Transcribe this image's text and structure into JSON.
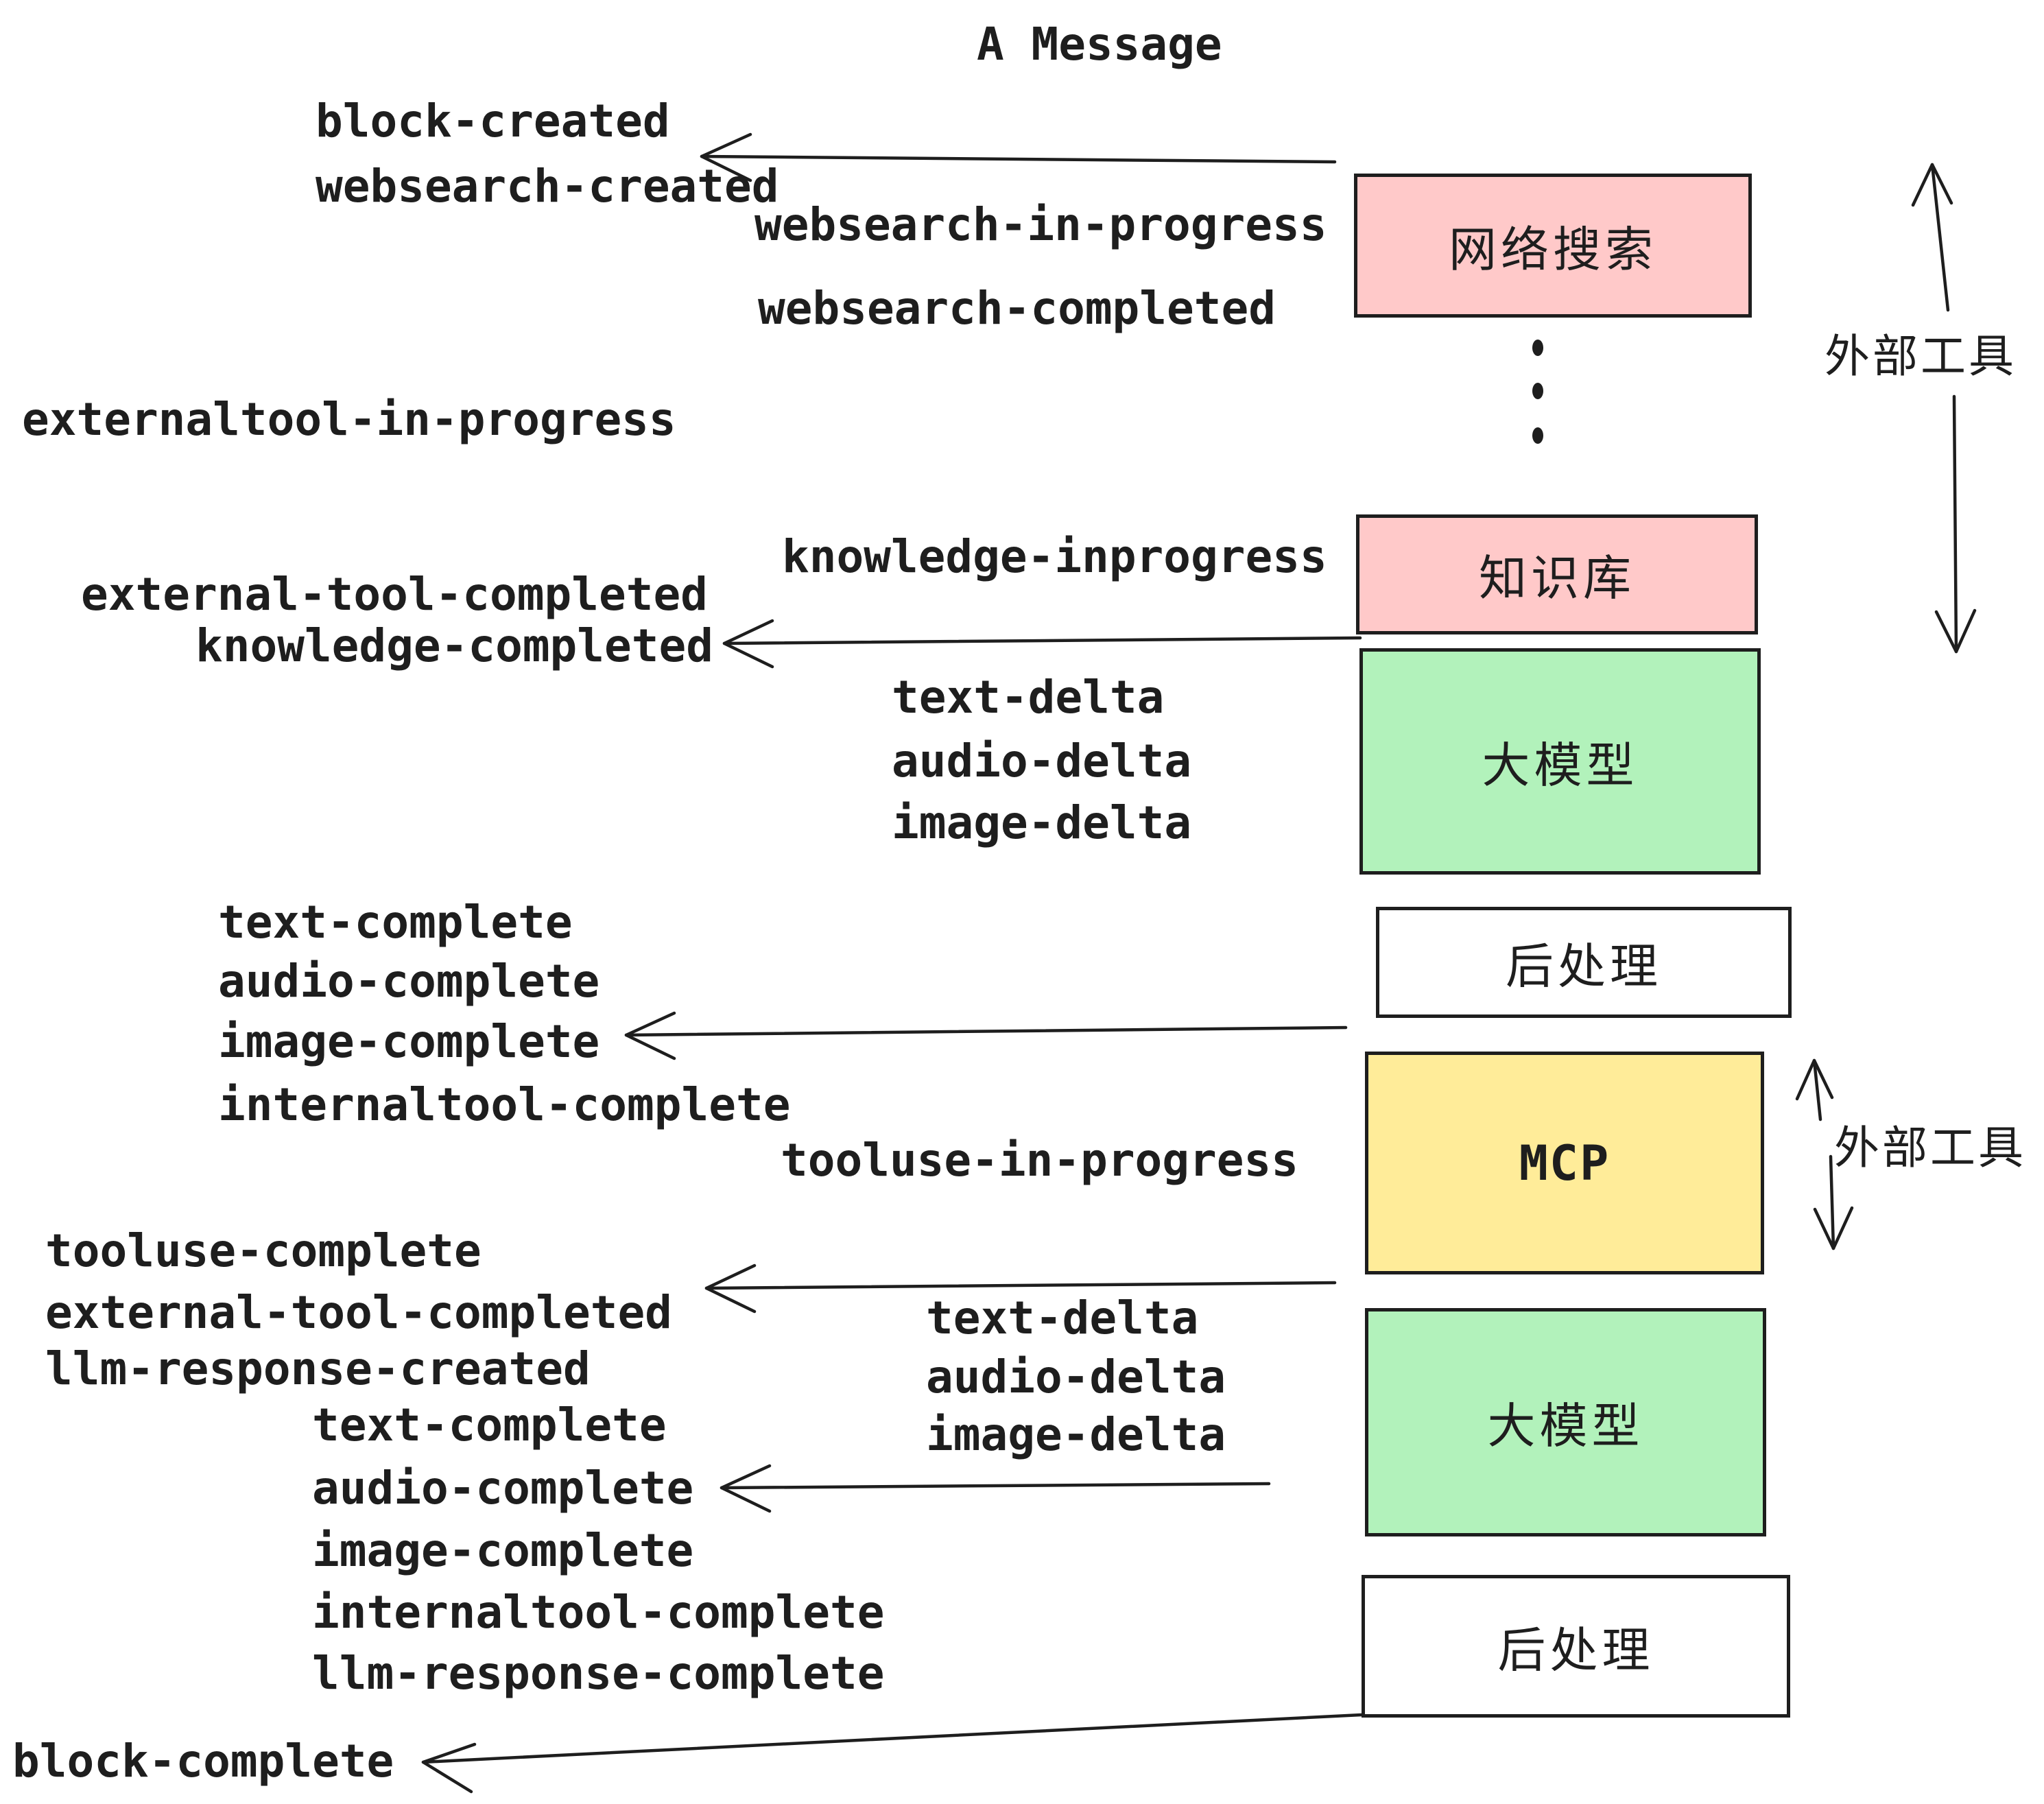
{
  "title": "A Message",
  "colors": {
    "box_pink": "#ffc9c9",
    "box_green": "#b2f2bb",
    "box_yellow": "#ffec99",
    "box_white": "#ffffff",
    "stroke": "#1e1e1e"
  },
  "boxes": {
    "websearch": {
      "label": "网络搜索",
      "fill": "#ffc9c9"
    },
    "knowledge": {
      "label": "知识库",
      "fill": "#ffc9c9"
    },
    "llm1": {
      "label": "大模型",
      "fill": "#b2f2bb"
    },
    "post1": {
      "label": "后处理",
      "fill": "#ffffff"
    },
    "mcp": {
      "label": "MCP",
      "fill": "#ffec99"
    },
    "llm2": {
      "label": "大模型",
      "fill": "#b2f2bb"
    },
    "post2": {
      "label": "后处理",
      "fill": "#ffffff"
    }
  },
  "annotations": {
    "external_tools_top": "外部工具",
    "external_tools_bottom": "外部工具"
  },
  "events": {
    "block_created": "block-created",
    "websearch_created": "websearch-created",
    "websearch_in_progress": "websearch-in-progress",
    "websearch_completed": "websearch-completed",
    "externaltool_in_progress": "externaltool-in-progress",
    "knowledge_inprogress": "knowledge-inprogress",
    "external_tool_completed_1": "external-tool-completed",
    "knowledge_completed": "knowledge-completed",
    "text_delta_1": "text-delta",
    "audio_delta_1": "audio-delta",
    "image_delta_1": "image-delta",
    "text_complete_1": "text-complete",
    "audio_complete_1": "audio-complete",
    "image_complete_1": "image-complete",
    "internaltool_complete_1": "internaltool-complete",
    "tooluse_in_progress": "tooluse-in-progress",
    "tooluse_complete": "tooluse-complete",
    "external_tool_completed_2": "external-tool-completed",
    "llm_response_created": "llm-response-created",
    "text_delta_2": "text-delta",
    "audio_delta_2": "audio-delta",
    "image_delta_2": "image-delta",
    "text_complete_2": "text-complete",
    "audio_complete_2": "audio-complete",
    "image_complete_2": "image-complete",
    "internaltool_complete_2": "internaltool-complete",
    "llm_response_complete": "llm-response-complete",
    "block_complete": "block-complete"
  }
}
